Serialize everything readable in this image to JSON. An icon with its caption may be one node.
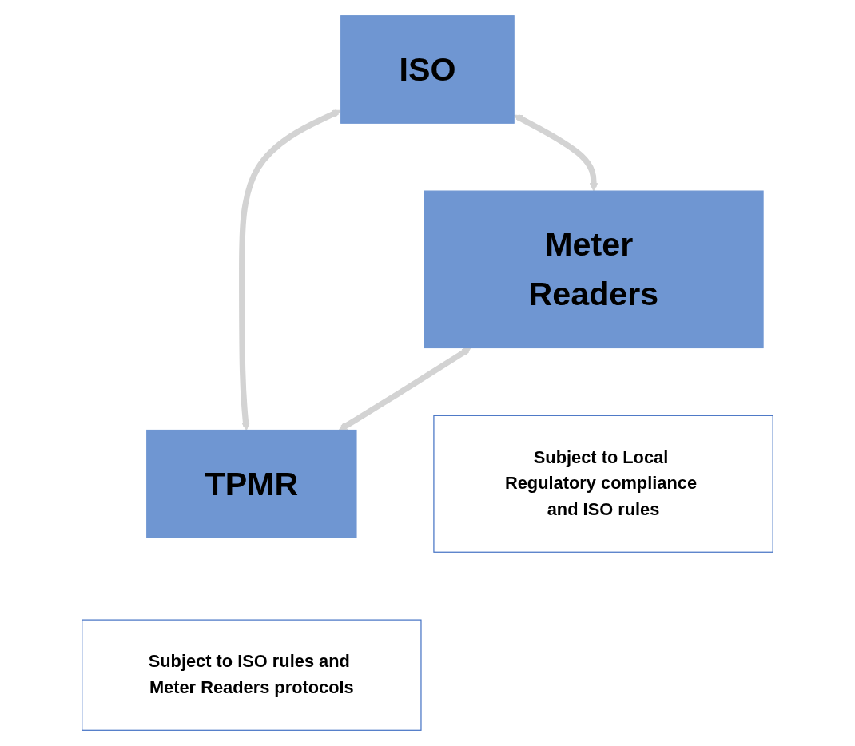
{
  "diagram": {
    "nodes": [
      {
        "text": [
          "ISO"
        ]
      },
      {
        "text": [
          "Meter Readers"
        ]
      },
      {
        "text": [
          "TPMR"
        ]
      },
      {
        "text": [
          "Subject to Local Regulatory compliance and ISO rules"
        ]
      },
      {
        "text": [
          "Subject to ISO rules and Meter Readers protocols"
        ]
      }
    ],
    "edges": [
      {
        "from": 0,
        "to": 1,
        "arrow": "both"
      },
      {
        "from": 0,
        "to": 2,
        "arrow": "both"
      },
      {
        "from": 1,
        "to": 2,
        "arrow": "both"
      }
    ]
  }
}
